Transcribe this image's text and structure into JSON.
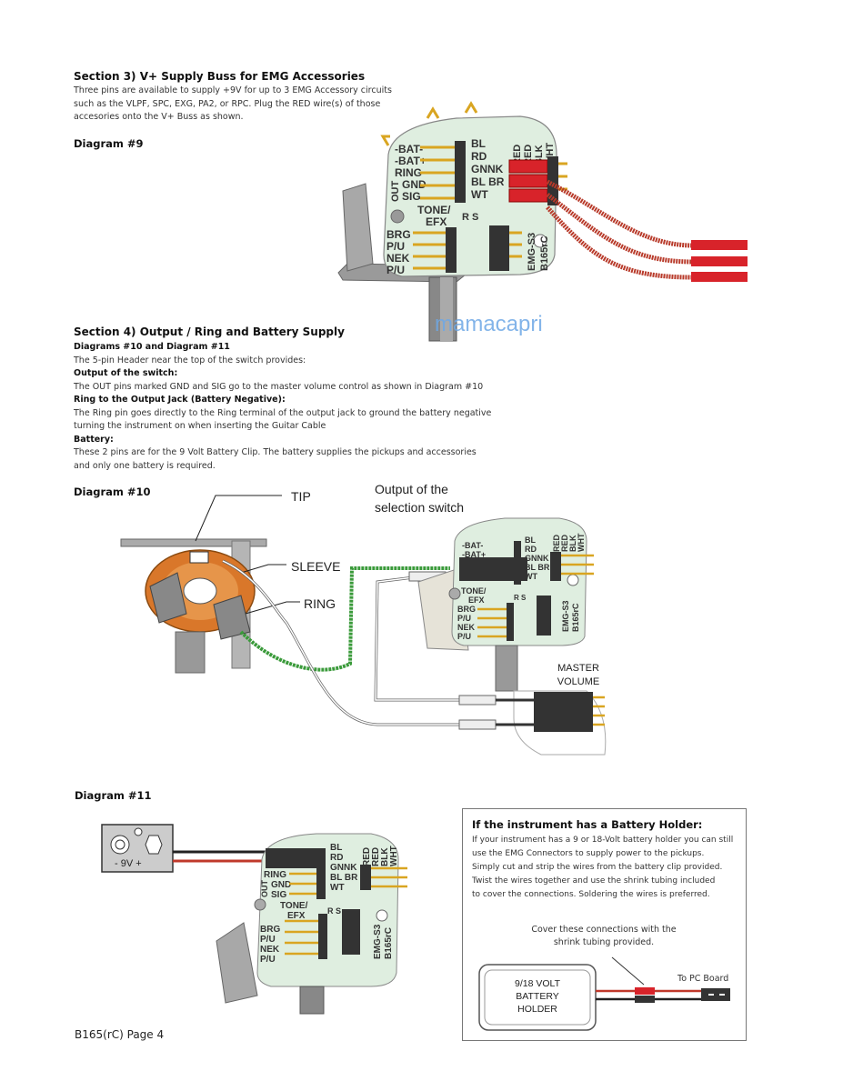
{
  "section3": {
    "heading": "Section 3) V+ Supply Buss for EMG Accessories",
    "lines": [
      "Three pins are available to supply +9V for up to 3 EMG  Accessory circuits",
      "such as the VLPF, SPC, EXG, PA2, or RPC. Plug the RED wire(s) of those",
      "accesories onto the V+ Buss as shown."
    ],
    "diagram_title": "Diagram #9"
  },
  "board": {
    "left_labels": [
      "-BAT-",
      "-BAT+",
      "RING",
      "GND",
      "SIG"
    ],
    "out_label": "OUT",
    "right_labels": [
      "BL",
      "RD",
      "GNNK",
      "BL BR",
      "WT"
    ],
    "top_labels": [
      "RED",
      "RED",
      "BLK",
      "WHT"
    ],
    "tone_efx": [
      "TONE/",
      "EFX"
    ],
    "rs": "R S",
    "pickups": [
      "BRG",
      "P/U",
      "NEK",
      "P/U"
    ],
    "model": [
      "EMG-S3",
      "B165rC"
    ]
  },
  "watermark": "mamacapri",
  "section4": {
    "heading": "Section 4) Output / Ring and Battery Supply",
    "subheading": "Diagrams #10 and Diagram #11",
    "intro": "The 5-pin Header near the top of the switch provides:",
    "output_heading": "Output of the switch:",
    "output_text": "The OUT pins marked GND and SIG go to the master volume control as shown in Diagram #10",
    "ring_heading": "Ring to the Output Jack (Battery Negative):",
    "ring_lines": [
      "The Ring pin goes directly to the Ring terminal of the output jack to ground the battery negative",
      "turning the instrument on when inserting the Guitar Cable"
    ],
    "battery_heading": "Battery:",
    "battery_lines": [
      "These 2 pins are for the 9 Volt Battery Clip. The battery supplies the pickups and accessories",
      "and only one battery is required."
    ]
  },
  "diagram10": {
    "title": "Diagram #10",
    "tip": "TIP",
    "sleeve": "SLEEVE",
    "ring": "RING",
    "output_lines": [
      "Output of the",
      "selection switch"
    ],
    "master_lines": [
      "MASTER",
      "VOLUME"
    ]
  },
  "diagram11": {
    "title": "Diagram #11",
    "battery_clip": "-  9V  +",
    "box_heading": "If the instrument has a Battery Holder:",
    "box_lines": [
      "If your instrument has a 9 or 18-Volt battery holder you can still",
      "use the EMG Connectors to supply power to the pickups.",
      "Simply cut and strip the wires from the battery clip provided.",
      "Twist the wires together and use the shrink tubing included",
      "to cover the connections. Soldering the wires is preferred."
    ],
    "cover_lines": [
      "Cover these connections with the",
      "shrink tubing provided."
    ],
    "holder_lines": [
      "9/18 VOLT",
      "BATTERY",
      "HOLDER"
    ],
    "to_pc": "To PC Board"
  },
  "footer": "B165(rC) Page 4",
  "colors": {
    "wire_red": "#c0392b",
    "wire_green": "#3a9a3a",
    "board": "#dfeee0",
    "pin_gold": "#d9a521",
    "connector_red": "#d8232a",
    "jack_orange": "#d9772a"
  }
}
